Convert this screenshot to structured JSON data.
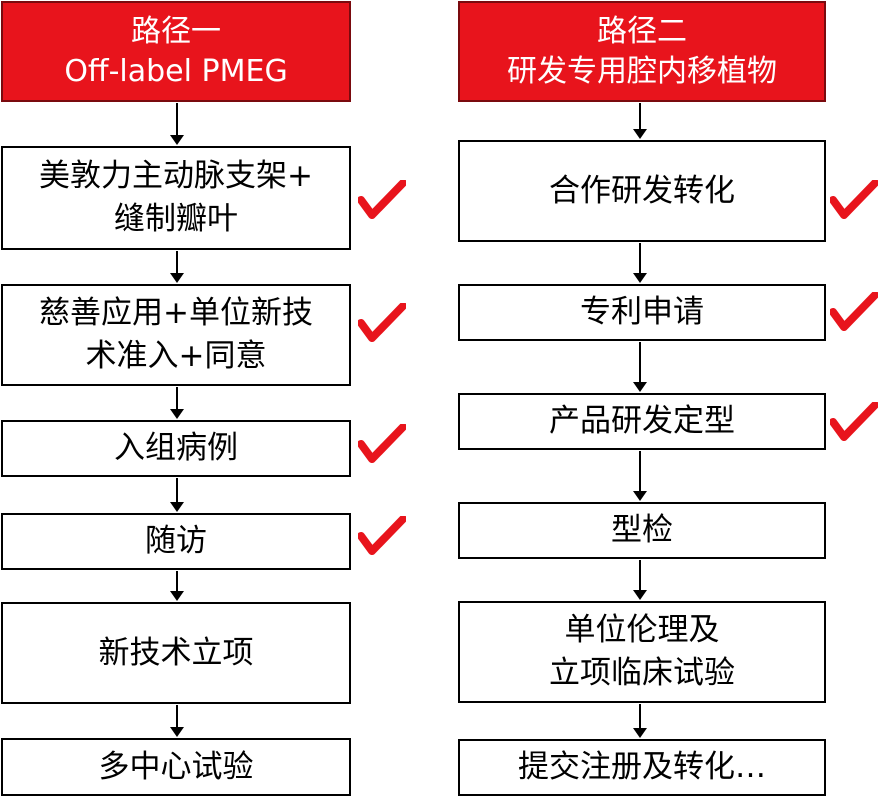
{
  "path1": {
    "header": [
      "路径一",
      "Off-label PMEG"
    ],
    "steps": [
      {
        "lines": [
          "美敦力主动脉支架+",
          "缝制瓣叶"
        ],
        "checked": true
      },
      {
        "lines": [
          "慈善应用+单位新技",
          "术准入+同意"
        ],
        "checked": true
      },
      {
        "lines": [
          "入组病例"
        ],
        "checked": true
      },
      {
        "lines": [
          "随访"
        ],
        "checked": true
      },
      {
        "lines": [
          "新技术立项"
        ],
        "checked": false
      },
      {
        "lines": [
          "多中心试验"
        ],
        "checked": false
      }
    ]
  },
  "path2": {
    "header": [
      "路径二",
      "研发专用腔内移植物"
    ],
    "steps": [
      {
        "lines": [
          "合作研发转化"
        ],
        "checked": true
      },
      {
        "lines": [
          "专利申请"
        ],
        "checked": true
      },
      {
        "lines": [
          "产品研发定型"
        ],
        "checked": true
      },
      {
        "lines": [
          "型检"
        ],
        "checked": false
      },
      {
        "lines": [
          "单位伦理及",
          "立项临床试验"
        ],
        "checked": false
      },
      {
        "lines": [
          "提交注册及转化…"
        ],
        "checked": false
      }
    ]
  },
  "colors": {
    "header_fill": "#e8141c",
    "check_mark": "#e8141c",
    "border": "#000000"
  }
}
